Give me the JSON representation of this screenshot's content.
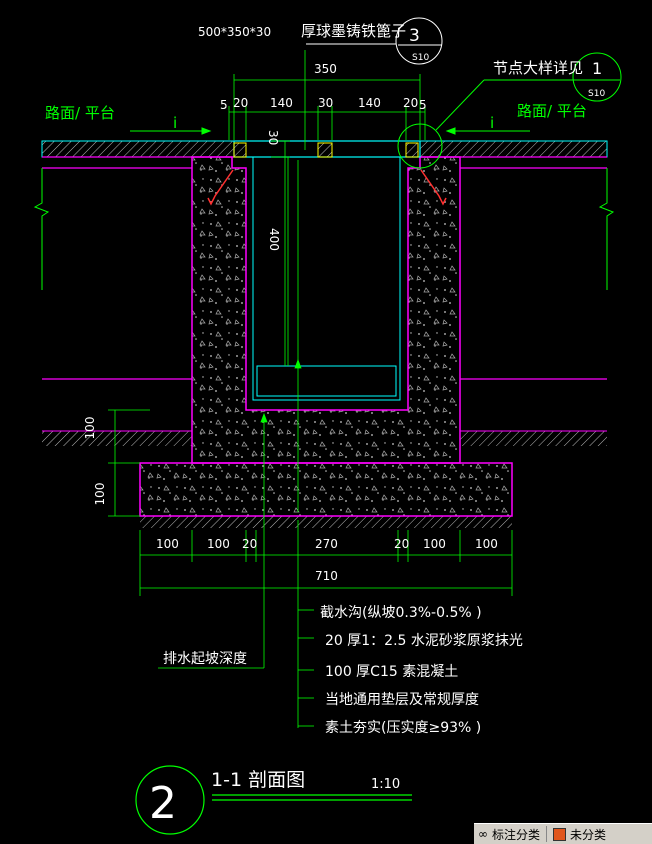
{
  "drawing": {
    "grate_size": "500*350*30",
    "grate_label": "厚球墨铸铁篦子",
    "detail_label": "节点大样详见",
    "ref_a": {
      "num": "3",
      "sheet": "S10"
    },
    "ref_b": {
      "num": "1",
      "sheet": "S10"
    },
    "road_left": "路面/ 平台",
    "road_right": "路面/ 平台",
    "slope_symbol": "i",
    "dim_top_total": "350",
    "dim_top": [
      "5",
      "20",
      "140",
      "30",
      "140",
      "20",
      "5"
    ],
    "dim_grate_thickness": "30",
    "dim_depth": "400",
    "dim_left_100a": "100",
    "dim_left_100b": "100",
    "dim_bottom": [
      "100",
      "100",
      "20",
      "270",
      "20",
      "100",
      "100"
    ],
    "dim_bottom_total": "710",
    "drain_slope_label": "排水起坡深度",
    "notes": [
      "截水沟(纵坡0.3%-0.5%     )",
      "20 厚1：2.5 水泥砂浆原浆抹光",
      "100 厚C15 素混凝土",
      "当地通用垫层及常规厚度",
      "素土夯实(压实度≥93% )"
    ],
    "title_num": "2",
    "title": "1-1 剖面图",
    "scale": "1:10"
  },
  "status": {
    "item1_icon": "layers-icon",
    "item1": "标注分类",
    "item2": "未分类",
    "item2_color": "#e0561c"
  },
  "colors": {
    "outline": "#ff00ff",
    "inner": "#00ffff",
    "dim": "#00ff00",
    "text": "#ffffff",
    "label": "#00ff00"
  }
}
